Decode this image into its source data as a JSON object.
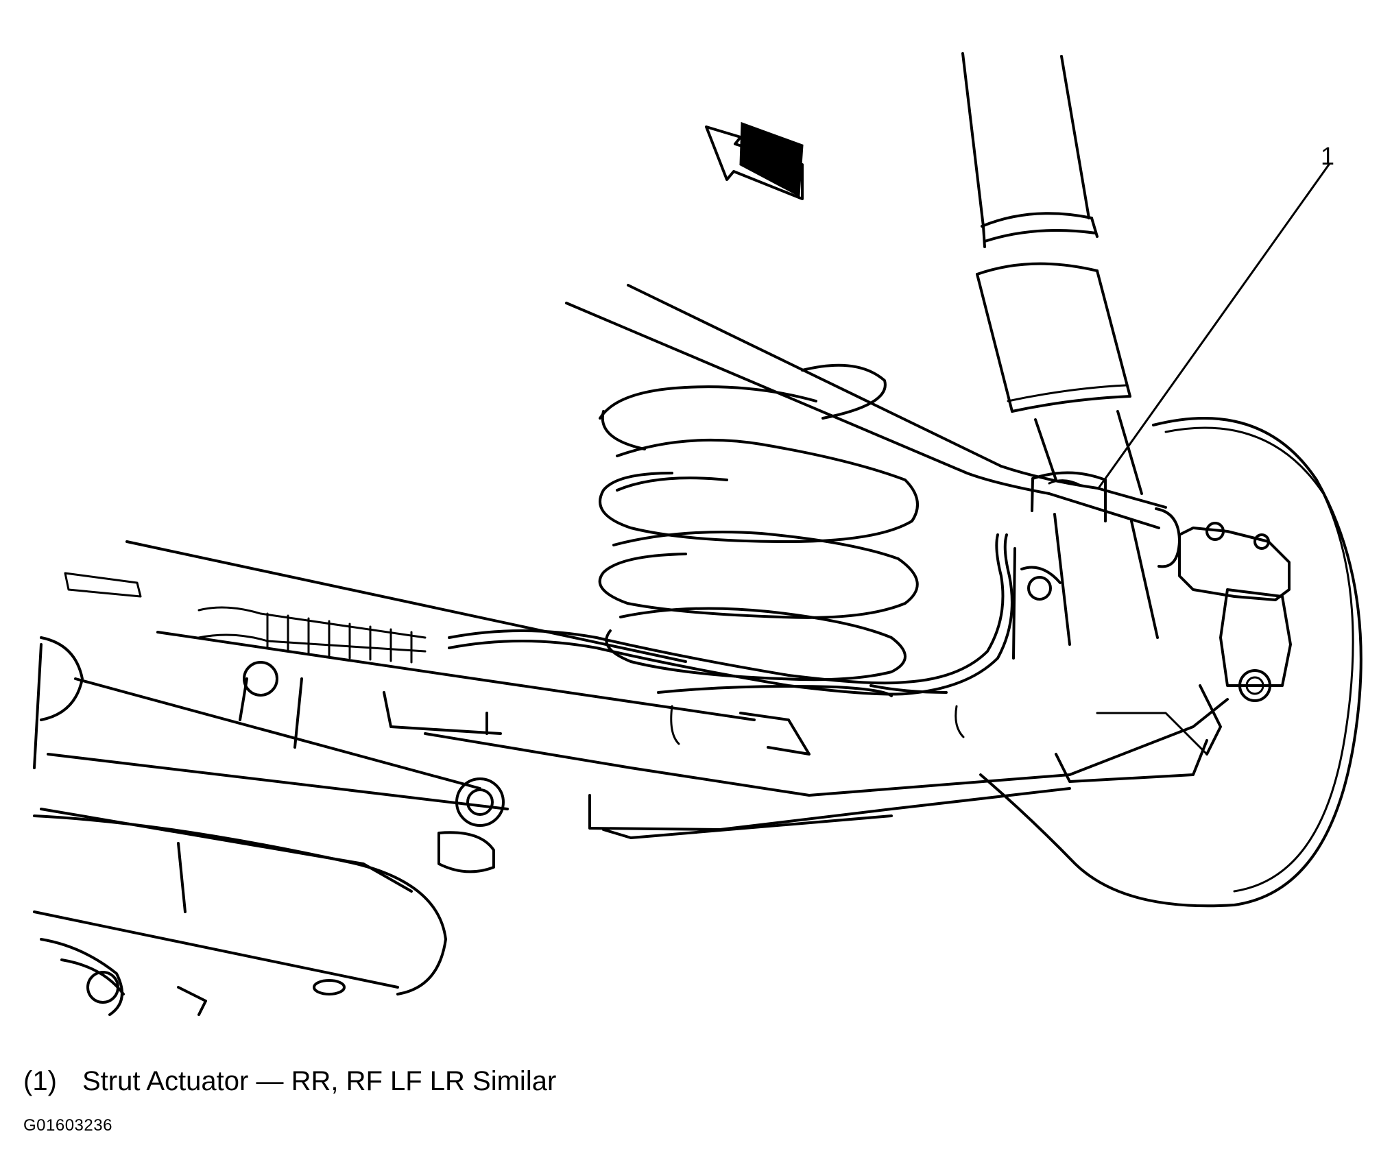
{
  "callouts": [
    {
      "number": "1",
      "label": "Strut Actuator — RR, RF LF LR Similar"
    }
  ],
  "legend_prefix": "(1)",
  "figure_id": "G01603236"
}
